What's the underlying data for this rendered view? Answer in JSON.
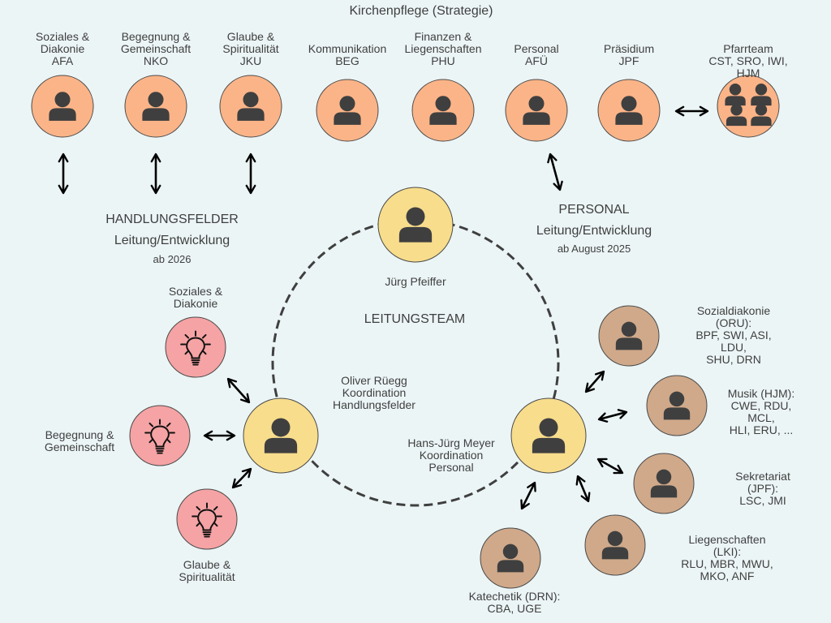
{
  "header": {
    "title": "Kirchenpflege (Strategie)"
  },
  "colors": {
    "background": "#ecf5f6",
    "board_fill": "#fbb488",
    "leader_fill": "#f7dd8c",
    "field_fill": "#f5a3a4",
    "team_fill": "#cfa98a",
    "icon_dark": "#3f3f3f",
    "arrow": "#000000"
  },
  "board_members": [
    {
      "label": "Soziales &\nDiakonie\nAFA",
      "icon": "person-icon"
    },
    {
      "label": "Begegnung &\nGemeinschaft\nNKO",
      "icon": "person-icon"
    },
    {
      "label": "Glaube &\nSpiritualität\nJKU",
      "icon": "person-icon"
    },
    {
      "label": "Kommunikation\nBEG",
      "icon": "person-icon"
    },
    {
      "label": "Finanzen &\nLiegenschaften\nPHU",
      "icon": "person-icon"
    },
    {
      "label": "Personal\nAFÜ",
      "icon": "person-icon"
    },
    {
      "label": "Präsidium\nJPF",
      "icon": "person-icon"
    },
    {
      "label": "Pfarrteam\nCST, SRO, IWI, HJM",
      "icon": "group-icon"
    }
  ],
  "sections": {
    "handlungsfelder": {
      "title": "HANDLUNGSFELDER",
      "subtitle": "Leitung/Entwicklung",
      "note": "ab 2026"
    },
    "personal": {
      "title": "PERSONAL",
      "subtitle": "Leitung/Entwicklung",
      "note": "ab August 2025"
    },
    "leitungsteam": {
      "title": "LEITUNGSTEAM"
    }
  },
  "leaders": {
    "top": {
      "label": "Jürg Pfeiffer"
    },
    "left": {
      "label": "Oliver Rüegg\nKoordination\nHandlungsfelder"
    },
    "right": {
      "label": "Hans-Jürg Meyer\nKoordination\nPersonal"
    }
  },
  "fields": [
    {
      "label": "Soziales &\nDiakonie",
      "icon": "lightbulb-icon"
    },
    {
      "label": "Begegnung &\nGemeinschaft",
      "icon": "lightbulb-icon"
    },
    {
      "label": "Glaube &\nSpiritualität",
      "icon": "lightbulb-icon"
    }
  ],
  "teams": [
    {
      "label": "Sozialdiakonie (ORU):\nBPF, SWI, ASI, LDU,\nSHU, DRN"
    },
    {
      "label": "Musik (HJM):\nCWE, RDU, MCL,\nHLI, ERU, ..."
    },
    {
      "label": "Sekretariat (JPF):\nLSC, JMI"
    },
    {
      "label": "Liegenschaften (LKI):\nRLU, MBR, MWU,\nMKO, ANF"
    },
    {
      "label": "Katechetik (DRN):\nCBA, UGE"
    }
  ]
}
